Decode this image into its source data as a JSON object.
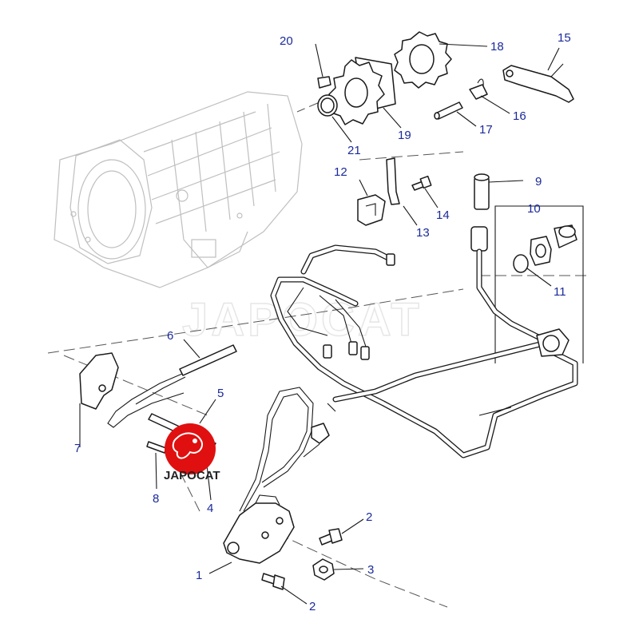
{
  "watermark": {
    "text": "JAPOCAT",
    "logo_text": "JAPOCAT",
    "logo_color": "#e01010"
  },
  "colors": {
    "callout": "#1a2a9a",
    "line": "#1a1a1a",
    "ghost": "#bfbfbf"
  },
  "callouts": [
    {
      "id": "1",
      "part": "neutral-safety-switch"
    },
    {
      "id": "2",
      "part": "bolt"
    },
    {
      "id": "2",
      "part": "bolt"
    },
    {
      "id": "3",
      "part": "nut"
    },
    {
      "id": "4",
      "part": "pin"
    },
    {
      "id": "5",
      "part": "shaft"
    },
    {
      "id": "6",
      "part": "cable"
    },
    {
      "id": "7",
      "part": "bracket"
    },
    {
      "id": "8",
      "part": "roll-pin"
    },
    {
      "id": "9",
      "part": "sensor"
    },
    {
      "id": "10",
      "part": "connector-kit"
    },
    {
      "id": "11",
      "part": "o-ring"
    },
    {
      "id": "12",
      "part": "clip"
    },
    {
      "id": "13",
      "part": "bracket"
    },
    {
      "id": "14",
      "part": "screw"
    },
    {
      "id": "15",
      "part": "lever"
    },
    {
      "id": "16",
      "part": "spring"
    },
    {
      "id": "17",
      "part": "pin"
    },
    {
      "id": "18",
      "part": "sprocket"
    },
    {
      "id": "19",
      "part": "sprocket"
    },
    {
      "id": "20",
      "part": "clip"
    },
    {
      "id": "21",
      "part": "circlip"
    }
  ]
}
